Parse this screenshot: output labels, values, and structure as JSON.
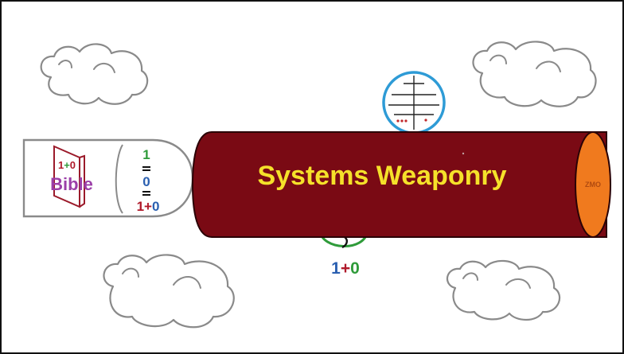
{
  "diagram": {
    "title": "Systems Weaponry",
    "cylinder_end_label": "ZMO",
    "bible": {
      "book_label": "1+0",
      "word": "Bible",
      "stack": {
        "top": "1",
        "middle": "0",
        "bottom": "1+0"
      }
    },
    "under_label": "1+0",
    "colors": {
      "tube": "#7a0a14",
      "tube_end": "#f07a1e",
      "title": "#f5e12a",
      "bible_word": "#9b3fa8",
      "green": "#2f9b3a",
      "blue": "#2a5fb0",
      "red": "#b0192a",
      "scope_ring": "#2e9bd6"
    }
  }
}
